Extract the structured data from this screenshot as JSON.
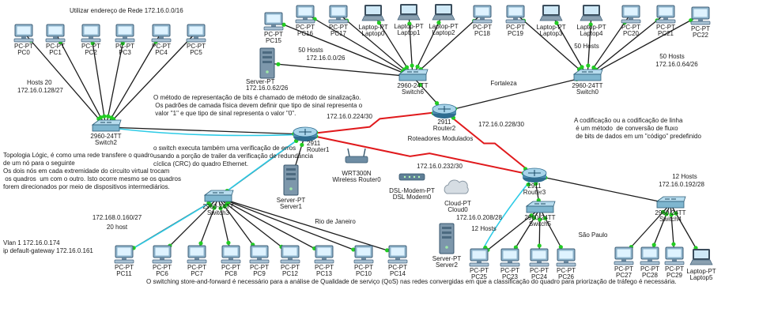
{
  "colors": {
    "ethernet": "#1c1c1c",
    "serial": "#e0191c",
    "console": "#2ecbe6",
    "port_up": "#22cc22",
    "pc_body": "#8fb4cc",
    "switch_body": "#7fb6cf",
    "router_body": "#4f8fb3"
  },
  "notes": {
    "network_header": "Utilizar endereço de Rede 172.16.0.0/16",
    "signaling": "O método de representação de bits é chamado de método de sinalização.\n Os padrões de camada física devem definir que tipo de sinal representa o\n valor \"1\" e que tipo de sinal representa o valor \"0\".",
    "topology": "Topologia Lógic, é como uma rede transfere o quadro\nde um nó para o seguinte\nOs dois nós em cada extremidade do circuito virtual trocam\n os quadros  um com o outro. Isto ocorre mesmo se os quadros\nforem direcionados por meio de dispositivos intermediários.",
    "crc": "o switch executa também uma verificação de erros\nusando a porção de trailer da verificação de redundância\ncíclica (CRC) do quadro Ethernet.",
    "coding": "A codificação ou a codificação de linha\n é um método  de conversão de fluxo\n de bits de dados em um \"código\" predefinido",
    "vlan": "Vlan 1 172.16.0.174\nip default-gateway 172.16.0.161",
    "qos": "O switching store-and-forward é necessário para a análise de Qualidade de serviço (QoS) nas redes convergidas em que a classificação do quadro para priorização de tráfego é necessária."
  },
  "labels": {
    "hosts20": "Hosts 20",
    "net128": "172.16.0.128/27",
    "hosts50a": "50 Hosts",
    "net0": "172.16.0.0/26",
    "hosts50b": "50 Hosts",
    "hosts50c": "50 Hosts",
    "net64": "172.16.0.64/26",
    "fortaleza": "Fortaleza",
    "net224": "172.16.0.224/30",
    "net228": "172.16.0.228/30",
    "roteadores": "Roteadores Modulados",
    "net232": "172.16.0.232/30",
    "hosts12a": "12 Hosts",
    "net192": "172.16.0.192/28",
    "net160": "172.168.0.160/27",
    "host20": "20 host",
    "rio": "Rio de Janeiro",
    "hosts12b": "12 Hosts",
    "net208": "172.16.0.208/28",
    "saopaulo": "São Paulo"
  },
  "devices": {
    "pc0": [
      "PC-PT",
      "PC0"
    ],
    "pc1": [
      "PC-PT",
      "PC1"
    ],
    "pc2": [
      "PC-PT",
      "PC2"
    ],
    "pc3": [
      "PC-PT",
      "PC3"
    ],
    "pc4": [
      "PC-PT",
      "PC4"
    ],
    "pc5": [
      "PC-PT",
      "PC5"
    ],
    "pc15": [
      "PC-PT",
      "PC15"
    ],
    "pc16": [
      "PC-PT",
      "PC16"
    ],
    "pc17": [
      "PC-PT",
      "PC17"
    ],
    "laptop0": [
      "Laptop-PT",
      "Laptop0"
    ],
    "laptop1": [
      "Laptop-PT",
      "Laptop1"
    ],
    "laptop2": [
      "Laptop-PT",
      "Laptop2"
    ],
    "pc18": [
      "PC-PT",
      "PC18"
    ],
    "pc19": [
      "PC-PT",
      "PC19"
    ],
    "laptop3": [
      "Laptop-PT",
      "Laptop3"
    ],
    "laptop4": [
      "Laptop-PT",
      "Laptop4"
    ],
    "pc20": [
      "PC-PT",
      "PC20"
    ],
    "pc21": [
      "PC-PT",
      "PC21"
    ],
    "pc22": [
      "PC-PT",
      "PC22"
    ],
    "server_top": [
      "Server-PT",
      "172.16.0.62/26"
    ],
    "switch6": [
      "2960-24TT",
      "Switch6"
    ],
    "switch0": [
      "2960-24TT",
      "Switch0"
    ],
    "router2": [
      "2911",
      "Router2"
    ],
    "switch2": [
      "2960-24TT",
      "Switch2"
    ],
    "router1": [
      "2911",
      "Router1"
    ],
    "wireless": [
      "WRT300N",
      "Wireless Router0"
    ],
    "dsl": [
      "DSL-Modem-PT",
      "DSL Modem0"
    ],
    "server1": [
      "Server-PT",
      "Server1"
    ],
    "cloud": [
      "Cloud-PT",
      "Cloud0"
    ],
    "router3": [
      "2911",
      "Router3"
    ],
    "switch5": [
      "2960-24TT",
      "Switch5"
    ],
    "switch3": [
      "2960-24TT",
      "Switch3"
    ],
    "switch4": [
      "2960-24TT",
      "Switch4"
    ],
    "server2": [
      "Server-PT",
      "Server2"
    ],
    "pc11": [
      "PC-PT",
      "PC11"
    ],
    "pc6": [
      "PC-PT",
      "PC6"
    ],
    "pc7": [
      "PC-PT",
      "PC7"
    ],
    "pc8": [
      "PC-PT",
      "PC8"
    ],
    "pc9": [
      "PC-PT",
      "PC9"
    ],
    "pc12": [
      "PC-PT",
      "PC12"
    ],
    "pc13": [
      "PC-PT",
      "PC13"
    ],
    "pc10": [
      "PC-PT",
      "PC10"
    ],
    "pc14": [
      "PC-PT",
      "PC14"
    ],
    "pc25": [
      "PC-PT",
      "PC25"
    ],
    "pc23": [
      "PC-PT",
      "PC23"
    ],
    "pc24": [
      "PC-PT",
      "PC24"
    ],
    "pc26": [
      "PC-PT",
      "PC26"
    ],
    "pc27": [
      "PC-PT",
      "PC27"
    ],
    "pc28": [
      "PC-PT",
      "PC28"
    ],
    "pc29": [
      "PC-PT",
      "PC29"
    ],
    "laptop5": [
      "Laptop-PT",
      "Laptop5"
    ]
  }
}
